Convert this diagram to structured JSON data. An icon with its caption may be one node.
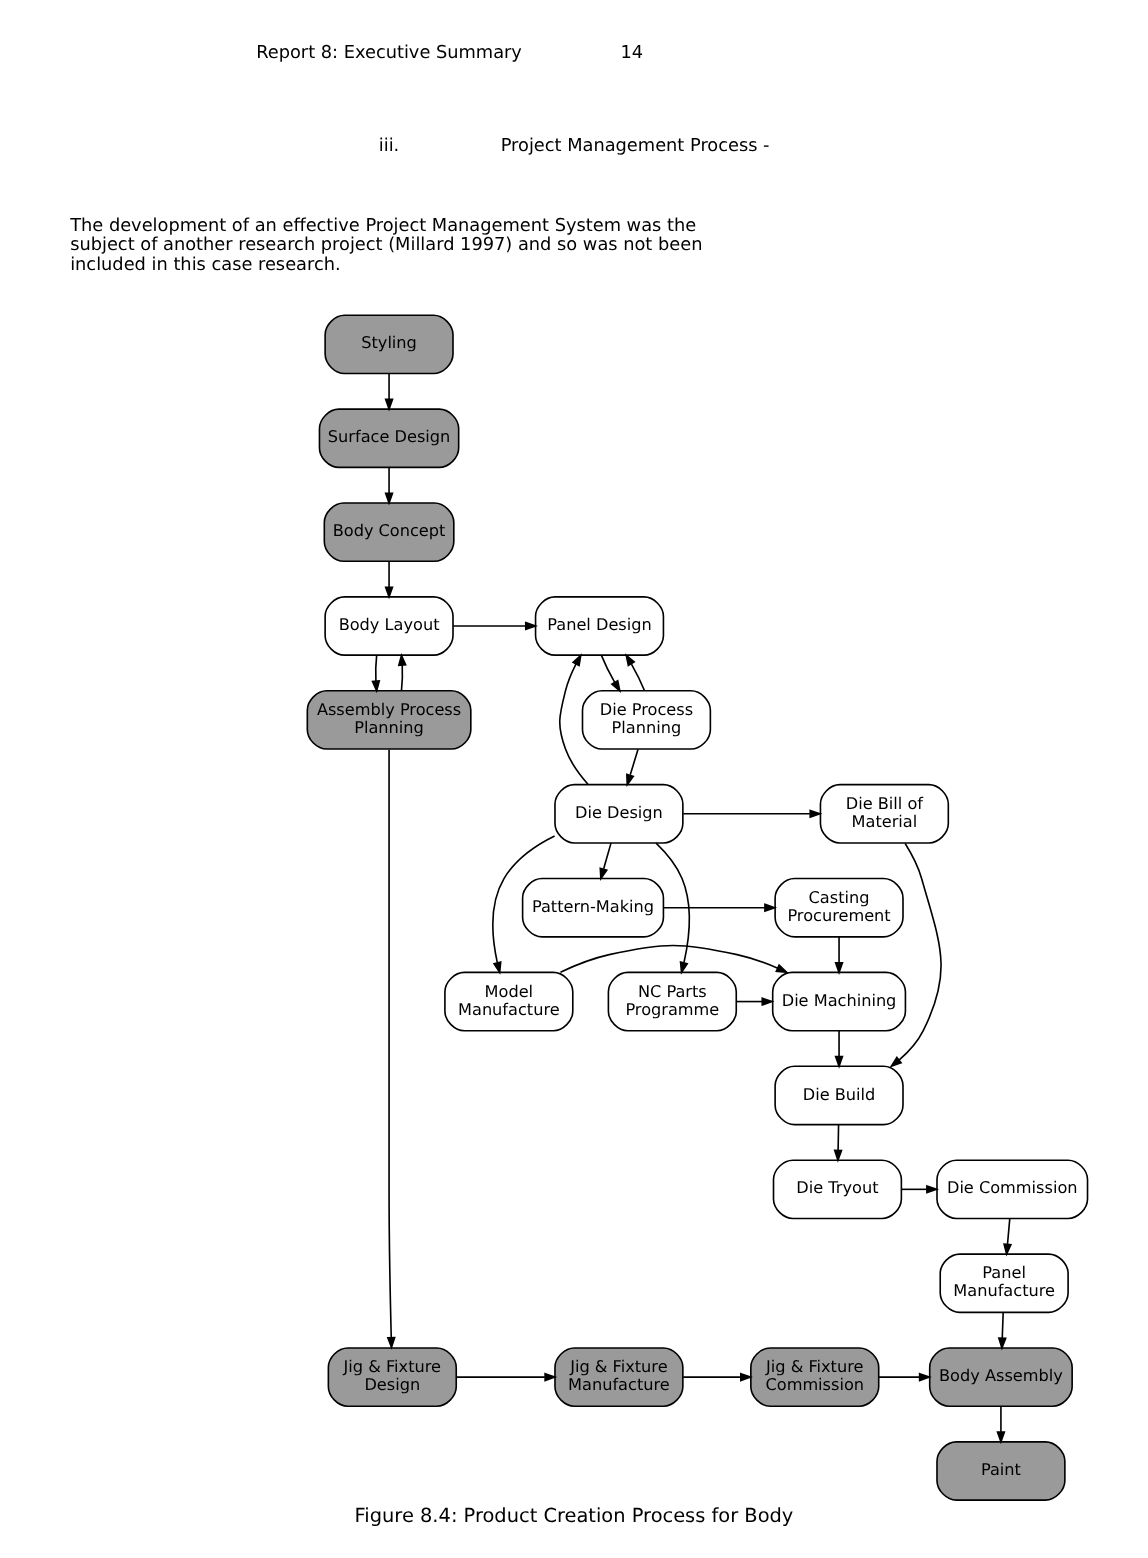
{
  "diagram": {
    "caption": "Figure 8.4: Product Creation Process for Body",
    "nodes": [
      {
        "text": [
          "Styling"
        ]
      },
      {
        "text": [
          "Surface Design"
        ]
      },
      {
        "text": [
          "Body Concept"
        ]
      },
      {
        "text": [
          "Body Layout"
        ]
      },
      {
        "text": [
          "Assembly Process Planning"
        ]
      },
      {
        "text": [
          "Panel Design"
        ]
      },
      {
        "text": [
          "Die Process Planning"
        ]
      },
      {
        "text": [
          "Die Design"
        ]
      },
      {
        "text": [
          "Die Bill of Material"
        ]
      },
      {
        "text": [
          "Pattern-Making"
        ]
      },
      {
        "text": [
          "Casting Procurement"
        ]
      },
      {
        "text": [
          "Model Manufacture"
        ]
      },
      {
        "text": [
          "Die Machining"
        ]
      },
      {
        "text": [
          "NC Parts Programme"
        ]
      },
      {
        "text": [
          "Die Build"
        ]
      },
      {
        "text": [
          "Die Tryout"
        ]
      },
      {
        "text": [
          "Die Commission"
        ]
      },
      {
        "text": [
          "Panel Manufacture"
        ]
      },
      {
        "text": [
          "Jig & Fixture Design"
        ]
      },
      {
        "text": [
          "Jig & Fixture Manufacture"
        ]
      },
      {
        "text": [
          "Jig & Fixture Commission"
        ]
      },
      {
        "text": [
          "Body Assembly"
        ]
      },
      {
        "text": [
          "Paint"
        ]
      }
    ],
    "edges": [
      {
        "from": 0,
        "to": 1,
        "arrow": "to"
      },
      {
        "from": 1,
        "to": 2,
        "arrow": "to"
      },
      {
        "from": 2,
        "to": 3,
        "arrow": "to"
      },
      {
        "from": 3,
        "to": 4,
        "arrow": "to"
      },
      {
        "from": 4,
        "to": 3,
        "arrow": "to"
      },
      {
        "from": 3,
        "to": 5,
        "arrow": "to"
      },
      {
        "from": 5,
        "to": 6,
        "arrow": "to"
      },
      {
        "from": 6,
        "to": 5,
        "arrow": "to"
      },
      {
        "from": 6,
        "to": 7,
        "arrow": "to"
      },
      {
        "from": 7,
        "to": 5,
        "arrow": "to"
      },
      {
        "from": 7,
        "to": 11,
        "arrow": "to"
      },
      {
        "from": 7,
        "to": 8,
        "arrow": "to"
      },
      {
        "from": 7,
        "to": 13,
        "arrow": "to"
      },
      {
        "from": 7,
        "to": 9,
        "arrow": "to"
      },
      {
        "from": 9,
        "to": 10,
        "arrow": "to"
      },
      {
        "from": 10,
        "to": 12,
        "arrow": "to"
      },
      {
        "from": 11,
        "to": 12,
        "arrow": "to"
      },
      {
        "from": 13,
        "to": 12,
        "arrow": "to"
      },
      {
        "from": 12,
        "to": 14,
        "arrow": "to"
      },
      {
        "from": 8,
        "to": 14,
        "arrow": "to"
      },
      {
        "from": 14,
        "to": 15,
        "arrow": "to"
      },
      {
        "from": 15,
        "to": 16,
        "arrow": "to"
      },
      {
        "from": 16,
        "to": 17,
        "arrow": "to"
      },
      {
        "from": 17,
        "to": 21,
        "arrow": "to"
      },
      {
        "from": 4,
        "to": 18,
        "arrow": "to"
      },
      {
        "from": 18,
        "to": 19,
        "arrow": "to"
      },
      {
        "from": 19,
        "to": 20,
        "arrow": "to"
      },
      {
        "from": 20,
        "to": 21,
        "arrow": "to"
      },
      {
        "from": 21,
        "to": 22,
        "arrow": "to"
      }
    ],
    "labels": [
      "Report 8: Executive Summary",
      "14",
      "iii.",
      "Project Management Process -",
      "The development of an effective Project Management System was the subject of another research project (Millard 1997) and so was not been included in this case research."
    ]
  }
}
